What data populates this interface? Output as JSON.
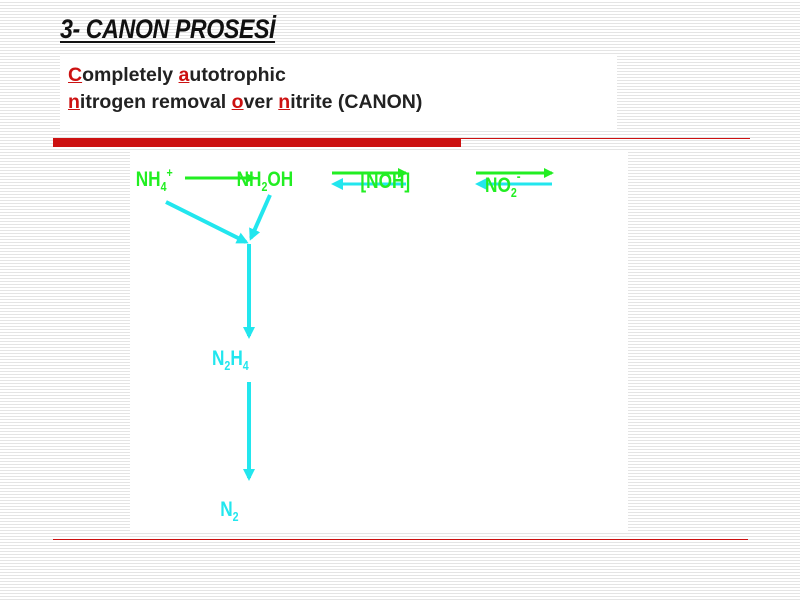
{
  "slide": {
    "title": "3- CANON PROSESİ",
    "subtitle": {
      "line1": [
        {
          "initial": "C",
          "rest": "ompletely "
        },
        {
          "initial": "a",
          "rest": "utotrophic"
        }
      ],
      "line2": [
        {
          "initial": "n",
          "rest": "itrogen removal "
        },
        {
          "initial": "o",
          "rest": "ver "
        },
        {
          "initial": "n",
          "rest": "itrite (CANON)"
        }
      ]
    }
  },
  "diagram": {
    "colors": {
      "green": "#22ee22",
      "cyan": "#22e6ee",
      "accent_red": "#cc1111"
    },
    "species": {
      "ammonium": {
        "base": "NH",
        "sub": "4",
        "sup": "+"
      },
      "hydroxylamine": {
        "pre": "NH",
        "sub": "2",
        "post": "OH"
      },
      "nitroxyl": {
        "text": "[NOH]"
      },
      "nitrite": {
        "base": "NO",
        "sub": "2",
        "sup": "-"
      },
      "hydrazine": {
        "a": "N",
        "sub1": "2",
        "b": "H",
        "sub2": "4"
      },
      "dinitrogen": {
        "base": "N",
        "sub": "2"
      }
    }
  }
}
